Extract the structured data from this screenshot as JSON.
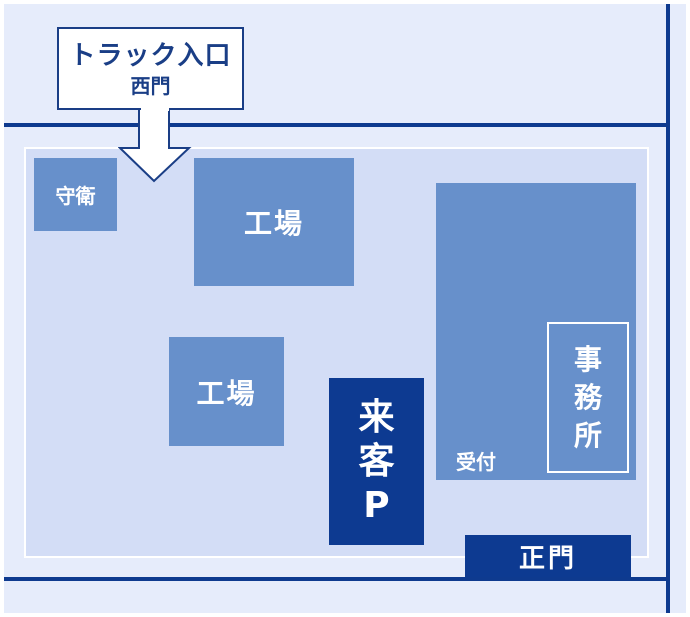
{
  "colors": {
    "road": "#0e3a8f",
    "site": "#d3ddf6",
    "surround": "#e6ecfb",
    "building": "#6790cb",
    "parking": "#0d3a91",
    "gate": "#0d3a91",
    "callout_border": "#1a3e86"
  },
  "truck_entrance": {
    "line1": "トラック入口",
    "line2": "西門",
    "arrow": "down-arrow-icon"
  },
  "buildings": {
    "guard": "守衛",
    "factory_1": "工場",
    "factory_2": "工場",
    "reception": "受付",
    "office": [
      "事",
      "務",
      "所"
    ]
  },
  "parking": [
    "来",
    "客",
    "P"
  ],
  "main_gate": "正門"
}
